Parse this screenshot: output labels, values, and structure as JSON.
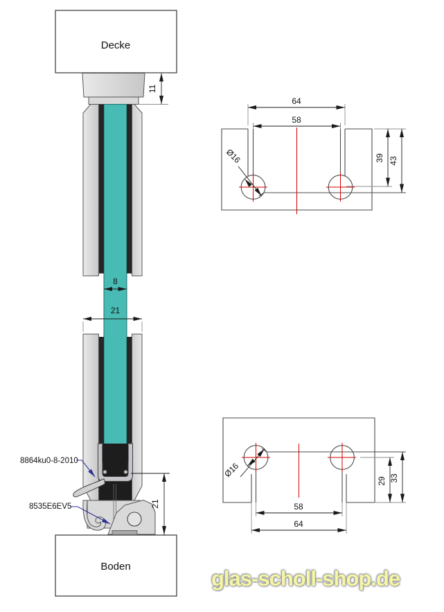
{
  "section_view": {
    "ceiling_label": "Decke",
    "floor_label": "Boden",
    "dim_ceiling_engagement": "11",
    "dim_glass_thickness": "8",
    "dim_profile_width": "21",
    "dim_floor_height": "21",
    "part_glass_gasket": "8864ku0-8-2010",
    "part_floor_gasket": "8535E6EV5"
  },
  "ceiling_plate_view": {
    "dim_outer_width": "64",
    "dim_hole_spacing": "58",
    "dim_hole_diameter": "Ø16",
    "dim_hole_center_depth": "39",
    "dim_slot_depth": "43"
  },
  "floor_plate_view": {
    "dim_hole_spacing": "58",
    "dim_outer_width": "64",
    "dim_hole_diameter": "Ø16",
    "dim_hole_center_depth": "29",
    "dim_slot_depth": "33"
  },
  "watermark": "glas-scholl-shop.de",
  "colors": {
    "glass_teal": "#48bcb4",
    "profile_gray": "#d9d9d9",
    "gasket_black": "#1d1d1d",
    "centerline_red": "#d40000",
    "leader_navy": "#2e3192",
    "watermark_yellow": "#f6f6a6"
  }
}
